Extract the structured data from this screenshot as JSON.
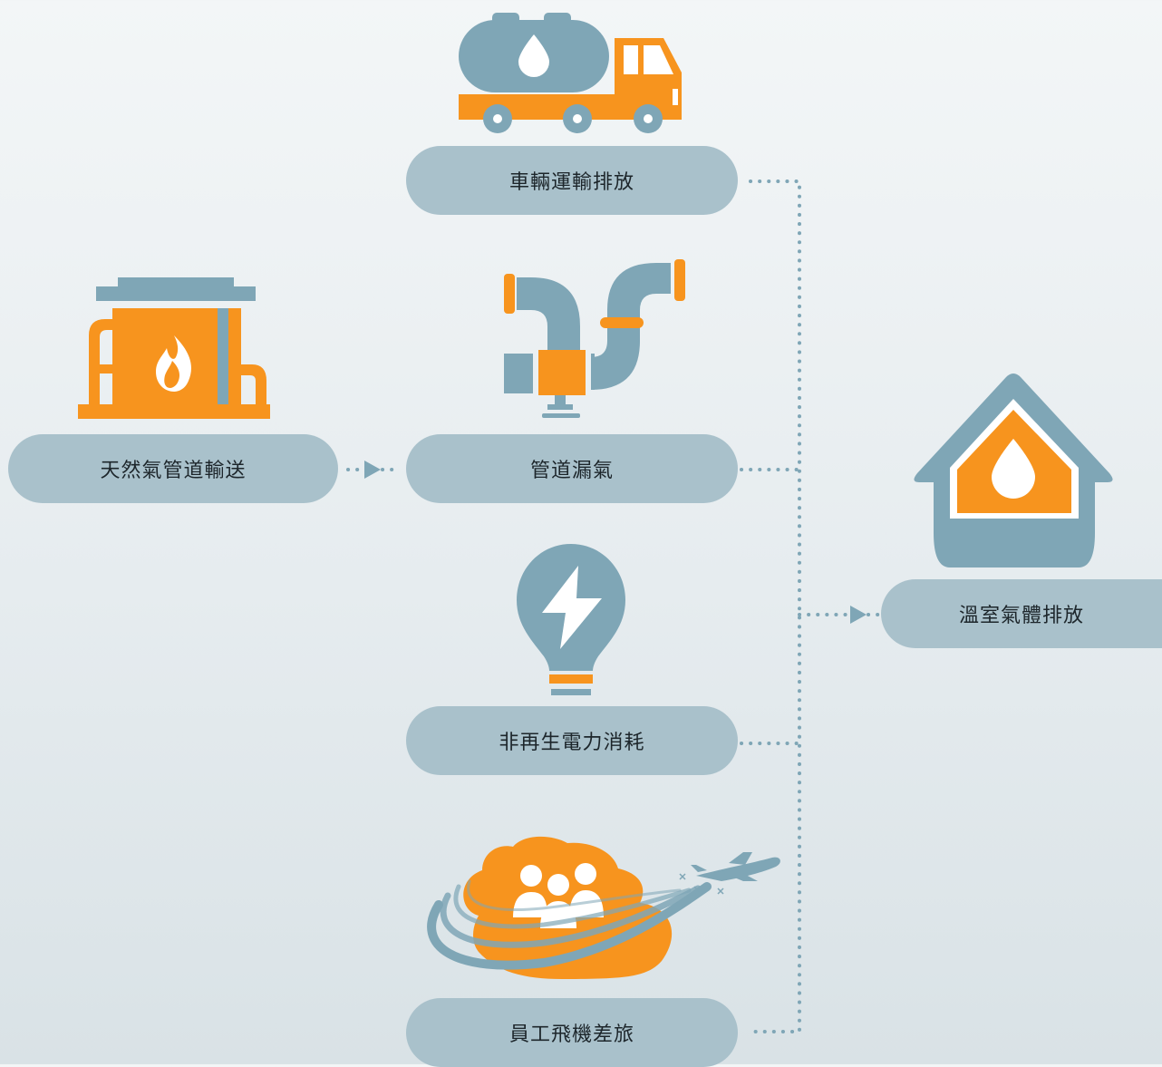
{
  "colors": {
    "slate": "#7fa6b6",
    "orange": "#f7941e",
    "pill": "#a9c1cb",
    "line": "#7fa6b6"
  },
  "nodes": {
    "vehicle": {
      "label": "車輛運輸排放",
      "icon": "tanker-truck-icon"
    },
    "pipeline_transport": {
      "label": "天然氣管道輸送",
      "icon": "gas-plant-icon"
    },
    "pipe_leak": {
      "label": "管道漏氣",
      "icon": "pipe-leak-icon"
    },
    "electricity": {
      "label": "非再生電力消耗",
      "icon": "lightbulb-icon"
    },
    "air_travel": {
      "label": "員工飛機差旅",
      "icon": "airplane-travel-icon"
    },
    "ghg": {
      "label": "溫室氣體排放",
      "icon": "house-drop-icon"
    }
  }
}
